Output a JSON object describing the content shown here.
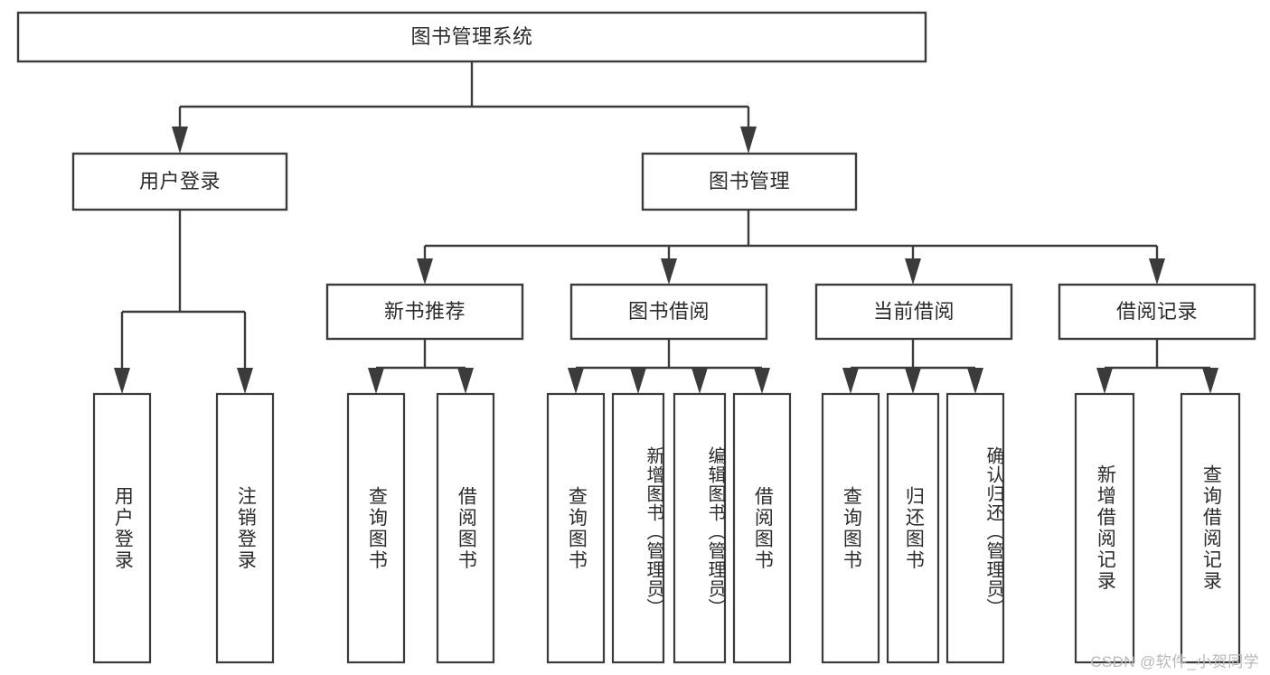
{
  "diagram": {
    "title": "图书管理系统",
    "type": "tree",
    "orientation": "top-down",
    "colors": {
      "box_stroke": "#3b3b3b",
      "box_fill": "#ffffff",
      "text": "#2b2b2b",
      "background": "#ffffff",
      "watermark": "#b9b9b9"
    }
  },
  "root": {
    "label": "图书管理系统"
  },
  "level2": [
    {
      "label": "用户登录"
    },
    {
      "label": "图书管理"
    }
  ],
  "level3": [
    {
      "label": "新书推荐"
    },
    {
      "label": "图书借阅"
    },
    {
      "label": "当前借阅"
    },
    {
      "label": "借阅记录"
    }
  ],
  "leaves": {
    "user_login": [
      {
        "label": "用户登录"
      },
      {
        "label": "注销登录"
      }
    ],
    "new_book_recommend": [
      {
        "label": "查询图书"
      },
      {
        "label": "借阅图书"
      }
    ],
    "book_borrow": [
      {
        "label": "查询图书"
      },
      {
        "label": "新增图书（管理员）"
      },
      {
        "label": "编辑图书（管理员）"
      },
      {
        "label": "借阅图书"
      }
    ],
    "current_borrow": [
      {
        "label": "查询图书"
      },
      {
        "label": "归还图书"
      },
      {
        "label": "确认归还（管理员）"
      }
    ],
    "borrow_record": [
      {
        "label": "新增借阅记录"
      },
      {
        "label": "查询借阅记录"
      }
    ]
  },
  "watermark": {
    "text": "CSDN @软件_小贺同学"
  }
}
